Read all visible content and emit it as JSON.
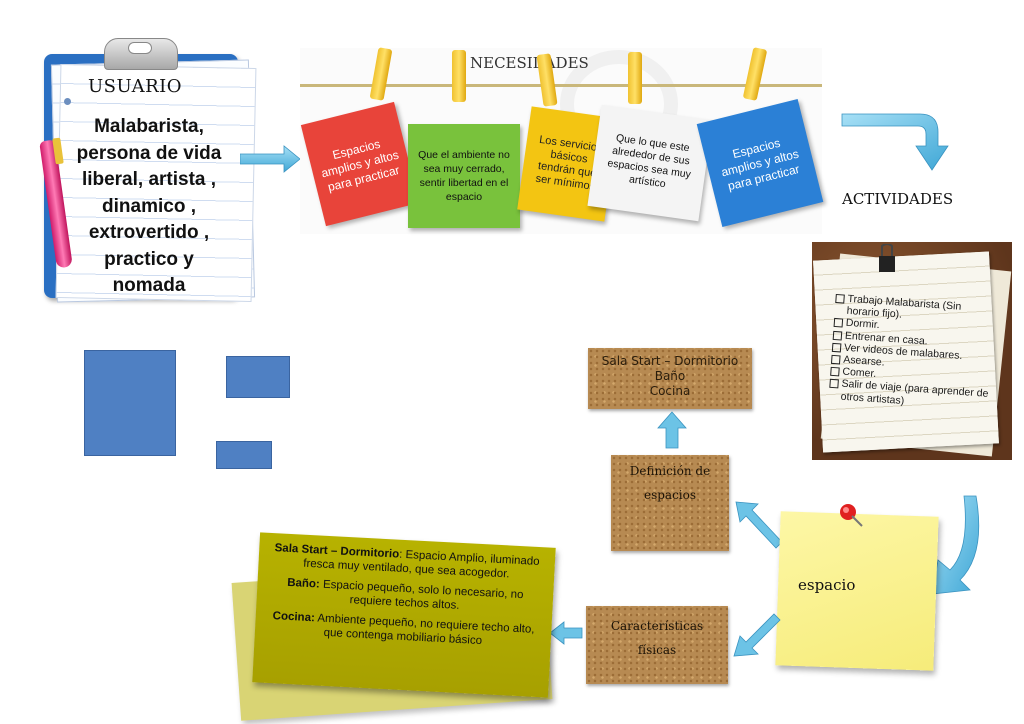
{
  "usuario": {
    "title": "USUARIO",
    "description": "Malabarista, persona de vida liberal, artista , dinamico , extrovertido , practico y nomada"
  },
  "necesidades": {
    "title": "NECESIDADES",
    "notes": [
      {
        "text": "Espacios amplios y altos para practicar",
        "color": "#e8443a"
      },
      {
        "text": "Que el ambiente no sea muy cerrado, sentir libertad en el espacio",
        "color": "#79c23c"
      },
      {
        "text": "Los servicios básicos tendrán que ser mínimos",
        "color": "#f3c512"
      },
      {
        "text": "Que lo que este alrededor de sus espacios sea muy artístico",
        "color": "#f4f4f4"
      },
      {
        "text": "Espacios amplios y altos para practicar",
        "color": "#2b80d6"
      }
    ]
  },
  "actividades": {
    "title": "ACTIVIDADES",
    "items": [
      "Trabajo Malabarista (Sin horario fijo).",
      "Dormir.",
      "Entrenar en casa.",
      "Ver videos de malabares.",
      "Asearse.",
      "Comer.",
      "Salir de viaje (para aprender de otros artistas)"
    ]
  },
  "espacio": {
    "label": "espacio"
  },
  "definicion": {
    "label_line1": "Definición de",
    "label_line2": "espacios"
  },
  "espacios_list": {
    "line1": "Sala Start – Dormitorio",
    "line2": "Baño",
    "line3": "Cocina"
  },
  "caracteristicas": {
    "label_line1": "Características",
    "label_line2": "físicas"
  },
  "descripcion": {
    "sala_title": "Sala Start – Dormitorio",
    "sala_text": ": Espacio Amplio, iluminado fresca muy ventilado, que sea acogedor.",
    "bano_title": "Baño:",
    "bano_text": " Espacio pequeño, solo lo necesario, no requiere techos altos.",
    "cocina_title": "Cocina:",
    "cocina_text": " Ambiente pequeño, no requiere techo alto, que contenga mobiliario básico"
  },
  "colors": {
    "accent_blue": "#4f80c3",
    "arrow_blue": "#3fa7d6",
    "cork": "#b78a52",
    "sticky_yellow": "#f6ec7a",
    "olive": "#a7a000"
  }
}
